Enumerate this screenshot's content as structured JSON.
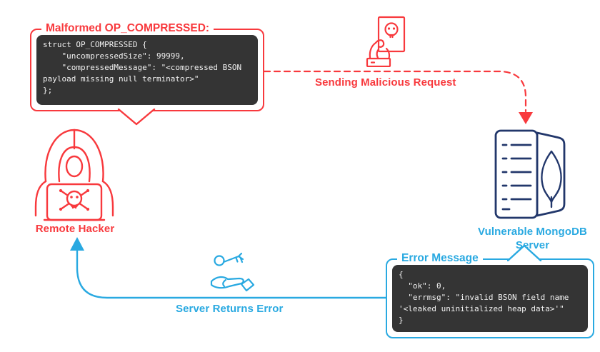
{
  "colors": {
    "red": "#f8393d",
    "blue": "#29a9e1",
    "navy": "#22376b",
    "code_bg": "#343434",
    "code_text": "#f2f2f2"
  },
  "attacker": {
    "label": "Remote Hacker",
    "icon": "hooded-hacker-laptop-skull-icon"
  },
  "malformed_request": {
    "title": "Malformed OP_COMPRESSED:",
    "code": "struct OP_COMPRESSED {\n    \"uncompressedSize\": 99999,\n    \"compressedMessage\": \"<compressed BSON\npayload missing null terminator>\"\n};"
  },
  "request_flow": {
    "label": "Sending Malicious Request",
    "icon": "hand-holding-skull-card-icon"
  },
  "server": {
    "label": "Vulnerable MongoDB Server",
    "icon": "mongodb-server-tower-icon"
  },
  "error_message": {
    "title": "Error Message",
    "code": "{\n  \"ok\": 0,\n  \"errmsg\": \"invalid BSON field name\n'<leaked uninitialized heap data>'\"\n}"
  },
  "response_flow": {
    "label": "Server Returns Error",
    "icon": "hand-offering-key-icon"
  }
}
